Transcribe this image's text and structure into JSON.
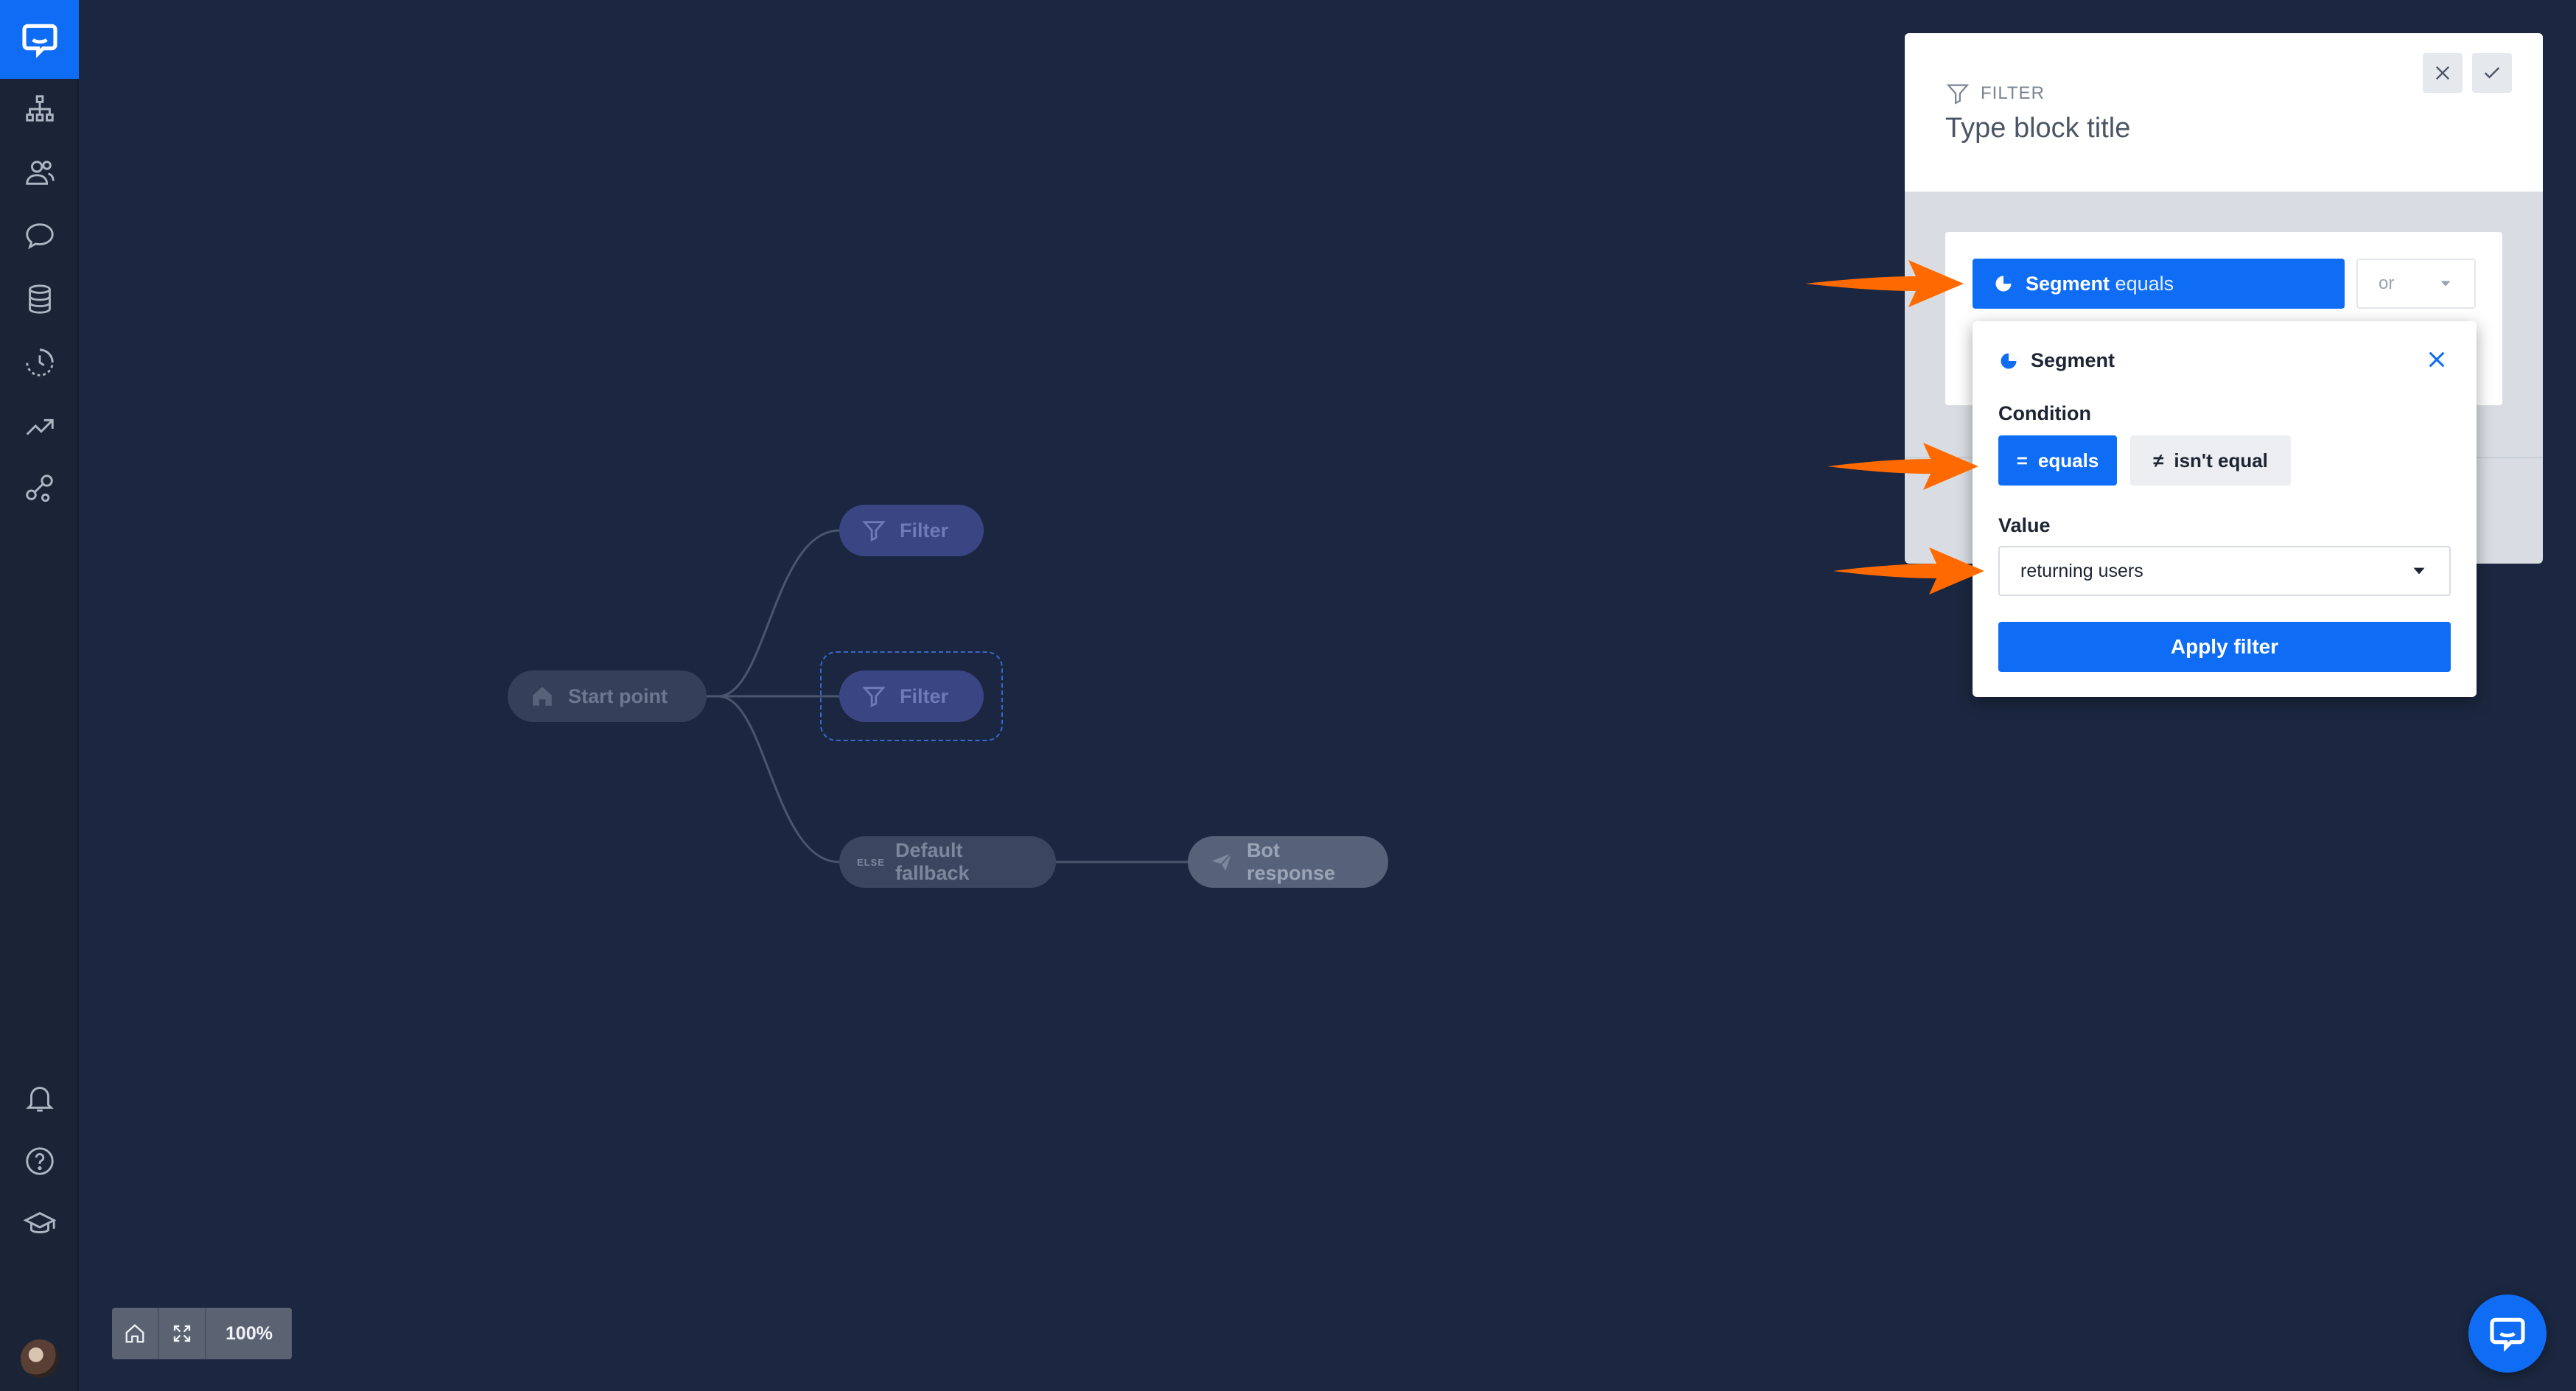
{
  "sidebar": {
    "top_items": [
      "logo-icon",
      "sitemap-icon",
      "users-icon",
      "chat-bubble-icon",
      "database-icon",
      "history-icon",
      "trending-icon",
      "integrations-icon"
    ],
    "bottom_items": [
      "bell-icon",
      "help-icon",
      "academy-icon"
    ],
    "accent": "#0f6cf5"
  },
  "canvas": {
    "nodes": {
      "start": "Start point",
      "filter_a": "Filter",
      "filter_b": "Filter",
      "else_tag": "ELSE",
      "fallback": "Default fallback",
      "bot_response": "Bot response"
    },
    "zoom": {
      "level": "100%"
    }
  },
  "filter_panel": {
    "block_type": "FILTER",
    "title_placeholder": "Type block title",
    "segment_chip": {
      "key": "Segment",
      "operator": "equals"
    },
    "or_select": "or",
    "popup": {
      "title": "Segment",
      "condition_label": "Condition",
      "equals_label": "equals",
      "not_equal_label": "isn't equal",
      "value_label": "Value",
      "value_selected": "returning users",
      "apply_label": "Apply filter"
    }
  },
  "colors": {
    "background": "#1b2740",
    "primary": "#0f6cf5",
    "annotation_arrow": "#ff6a00"
  }
}
